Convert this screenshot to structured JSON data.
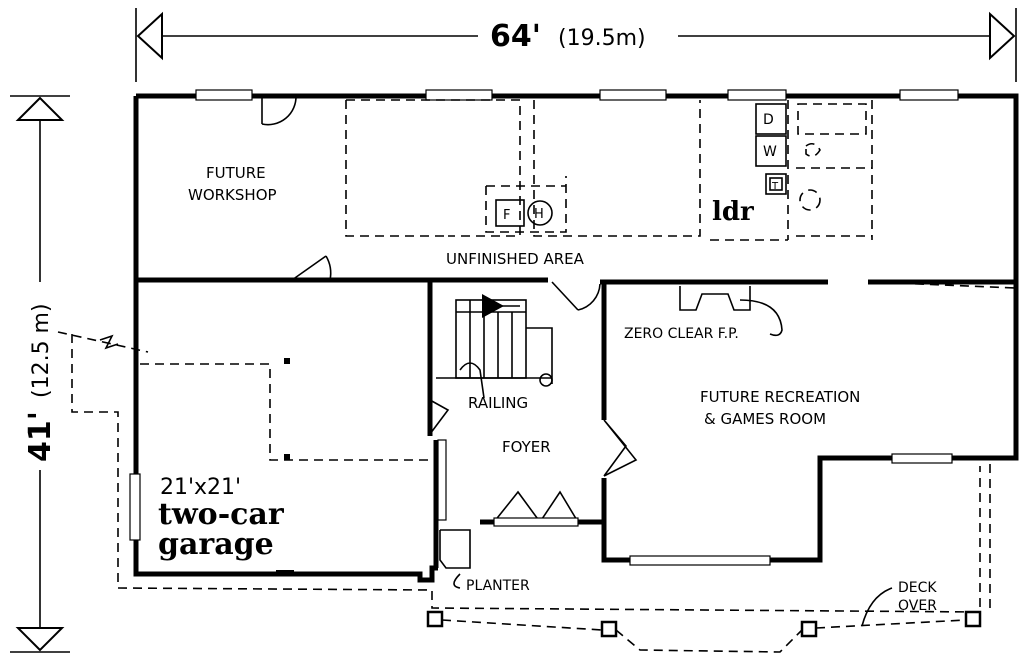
{
  "dimensions": {
    "width": "64'",
    "width_metric": "(19.5m)",
    "depth": "41'",
    "depth_metric": "(12.5 m)"
  },
  "rooms": {
    "workshop_line1": "FUTURE",
    "workshop_line2": "WORKSHOP",
    "unfinished": "UNFINISHED AREA",
    "laundry": "ldr",
    "zero_clear": "ZERO CLEAR F.P.",
    "recreation_line1": "FUTURE RECREATION",
    "recreation_line2": "& GAMES ROOM",
    "railing": "RAILING",
    "foyer": "FOYER",
    "garage_size": "21'x21'",
    "garage_line1": "two-car",
    "garage_line2": "garage",
    "planter": "PLANTER",
    "deck_line1": "DECK",
    "deck_line2": "OVER"
  },
  "appliances": {
    "furnace": "F",
    "heater": "H",
    "dryer": "D",
    "washer": "W",
    "tub": "T"
  }
}
